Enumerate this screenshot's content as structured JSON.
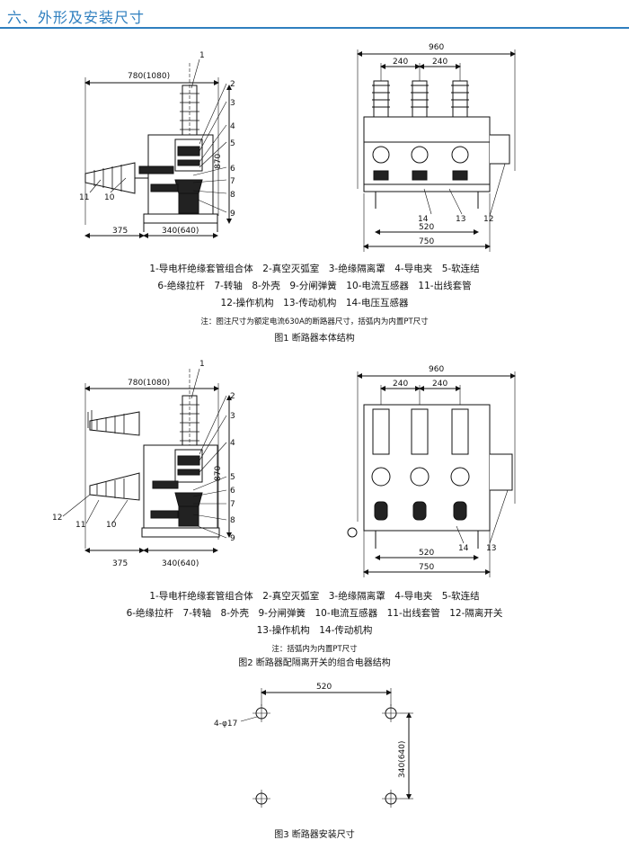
{
  "header": {
    "title": "六、外形及安装尺寸"
  },
  "fig1": {
    "side": {
      "dim_top": "780(1080)",
      "dim_bottom_left": "375",
      "dim_bottom_right": "340(640)",
      "dim_height": "870",
      "callouts_right": [
        "1",
        "2",
        "3",
        "4",
        "5",
        "6",
        "7",
        "8",
        "9"
      ],
      "callouts_left": [
        "11",
        "10"
      ]
    },
    "front": {
      "dim_width": "960",
      "dim_pitch_a": "240",
      "dim_pitch_b": "240",
      "dim_base": "520",
      "dim_total": "750",
      "callouts": [
        "14",
        "13",
        "12"
      ]
    },
    "legend": [
      "1-导电杆绝缘套管组合体　2-真空灭弧室　3-绝缘隔离罩　4-导电夹　5-软连结",
      "6-绝缘拉杆　7-转轴　8-外壳　9-分闸弹簧　10-电流互感器　11-出线套管",
      "12-操作机构　13-传动机构　14-电压互感器"
    ],
    "note": "注：图注尺寸为额定电流630A的断路器尺寸，括弧内为内置PT尺寸",
    "caption": "图1 断路器本体结构"
  },
  "fig2": {
    "side": {
      "dim_top": "780(1080)",
      "dim_bottom_left": "375",
      "dim_bottom_right": "340(640)",
      "dim_height": "870",
      "callouts_right": [
        "1",
        "2",
        "3",
        "4",
        "5",
        "6",
        "7",
        "8",
        "9"
      ],
      "callouts_left": [
        "12",
        "11",
        "10"
      ]
    },
    "front": {
      "dim_width": "960",
      "dim_pitch_a": "240",
      "dim_pitch_b": "240",
      "dim_base": "520",
      "dim_total": "750",
      "callouts": [
        "14",
        "13"
      ]
    },
    "legend": [
      "1-导电杆绝缘套管组合体　2-真空灭弧室　3-绝缘隔离罩　4-导电夹　5-软连结",
      "6-绝缘拉杆　7-转轴　8-外壳　9-分闸弹簧　10-电流互感器　11-出线套管　12-隔离开关",
      "13-操作机构　14-传动机构"
    ],
    "note": "注：括弧内为内置PT尺寸",
    "caption": "图2 断路器配隔离开关的组合电器结构"
  },
  "fig3": {
    "dim_width": "520",
    "dim_height": "340(640)",
    "hole_label": "4-φ17",
    "caption": "图3 断路器安装尺寸"
  }
}
